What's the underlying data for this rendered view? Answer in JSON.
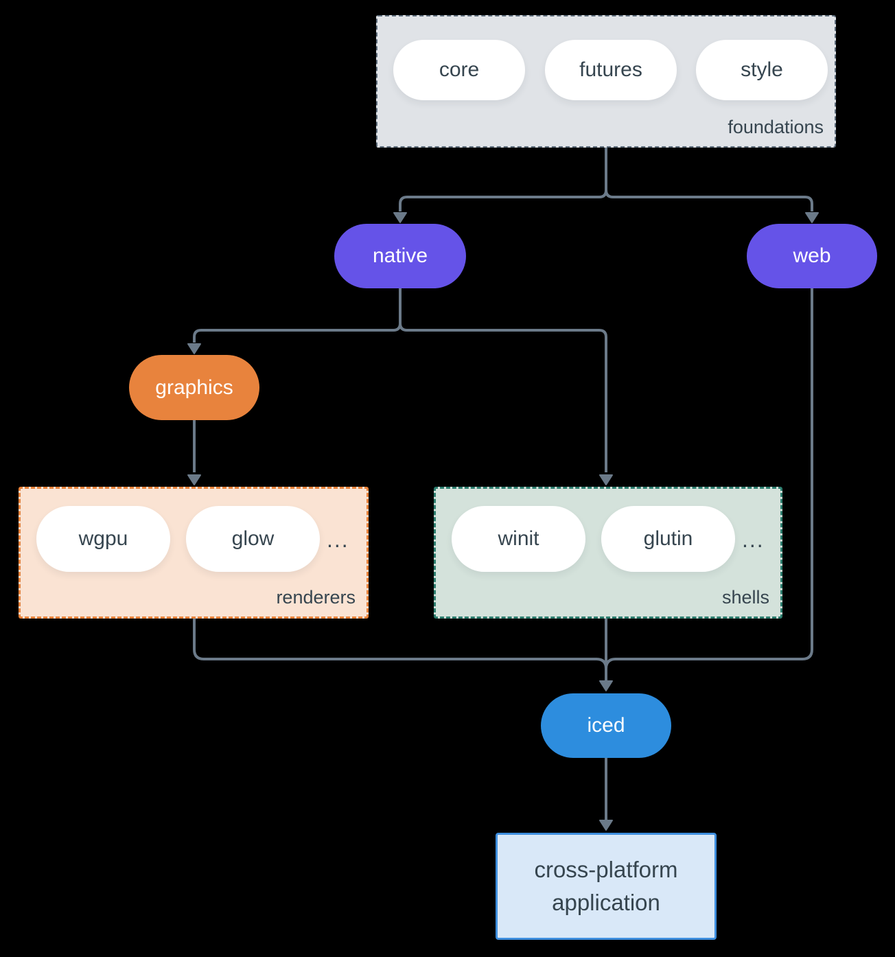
{
  "colors": {
    "background": "#000000",
    "line": "#6b7a89",
    "text-dark": "#36454f",
    "text-light": "#ffffff",
    "purple": "#6553e8",
    "orange": "#e8833d",
    "blue": "#2d8dde",
    "pill-fill": "#ffffff",
    "foundations-fill": "#e0e3e7",
    "foundations-border": "#5c6b7a",
    "renderers-fill": "#fae3d3",
    "renderers-border": "#e8823a",
    "shells-fill": "#d4e2db",
    "shells-border": "#2c7d6e",
    "app-fill": "#d9e8f8",
    "app-border": "#3e8ede"
  },
  "groups": {
    "foundations": {
      "label": "foundations",
      "items": [
        "core",
        "futures",
        "style"
      ]
    },
    "renderers": {
      "label": "renderers",
      "items": [
        "wgpu",
        "glow"
      ],
      "more": "..."
    },
    "shells": {
      "label": "shells",
      "items": [
        "winit",
        "glutin"
      ],
      "more": "..."
    }
  },
  "nodes": {
    "native": "native",
    "web": "web",
    "graphics": "graphics",
    "iced": "iced",
    "application": {
      "line1": "cross-platform",
      "line2": "application"
    }
  }
}
